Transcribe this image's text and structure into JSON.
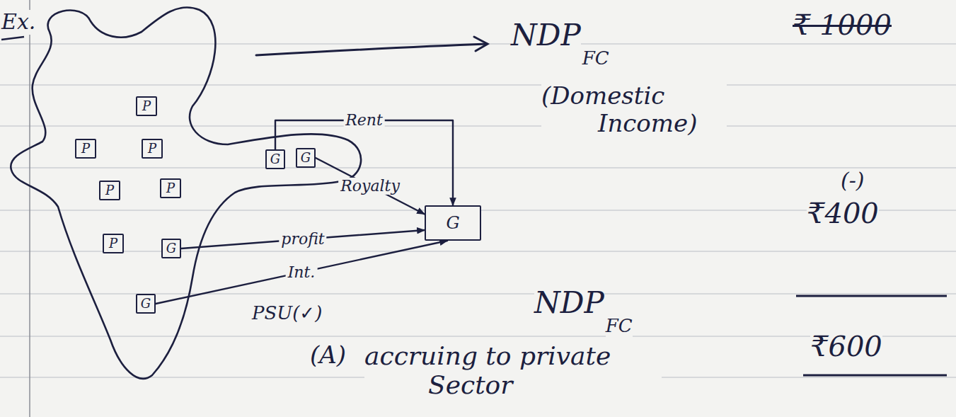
{
  "diagram": {
    "nodes": [
      {
        "text": [
          "P"
        ]
      },
      {
        "text": [
          "P"
        ]
      },
      {
        "text": [
          "P"
        ]
      },
      {
        "text": [
          "G"
        ]
      },
      {
        "text": [
          "G"
        ]
      },
      {
        "text": [
          "P"
        ]
      },
      {
        "text": [
          "P"
        ]
      },
      {
        "text": [
          "P"
        ]
      },
      {
        "text": [
          "G"
        ]
      },
      {
        "text": [
          "G"
        ]
      },
      {
        "text": [
          "G"
        ]
      }
    ],
    "edges": [
      {
        "from": 3,
        "to": 10,
        "arrow": "to",
        "label": "Rent"
      },
      {
        "from": 4,
        "to": 10,
        "arrow": "to",
        "label": "Royalty"
      },
      {
        "from": 8,
        "to": 10,
        "arrow": "to",
        "label": "profit"
      },
      {
        "from": 9,
        "to": 10,
        "arrow": "to",
        "label": "Int."
      }
    ],
    "labels": [
      "Ex.",
      "NDP",
      "FC",
      "(Domestic Income)",
      "₹ 1000",
      "(-)",
      "₹400",
      "PSU(✓)",
      "NDP",
      "FC",
      "(A)",
      "accruing to private Sector",
      "₹600"
    ]
  }
}
